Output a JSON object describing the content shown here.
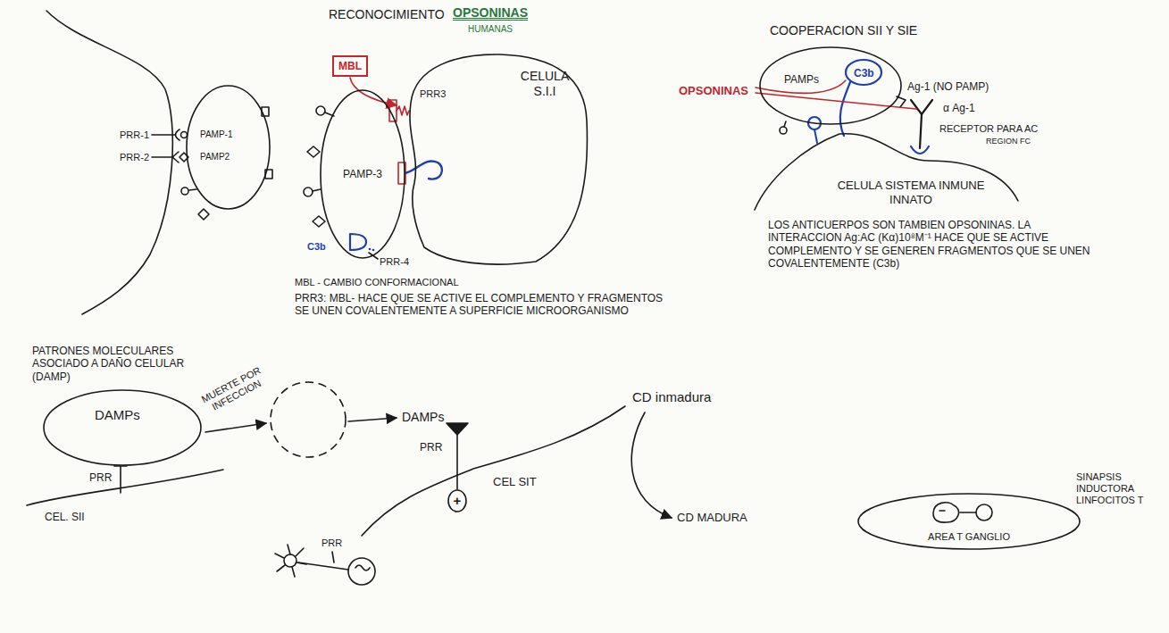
{
  "diagram": {
    "nodes": [
      {
        "text": [
          "MBL"
        ]
      },
      {
        "text": [
          "PAMP-1",
          "PAMP2"
        ]
      },
      {
        "text": [
          "PAMP-3"
        ]
      },
      {
        "text": [
          "CELULA S.I.I"
        ]
      },
      {
        "text": [
          "PAMPs",
          "C3b"
        ]
      },
      {
        "text": [
          "DAMPs"
        ]
      },
      {
        "text": [
          "+"
        ]
      },
      {
        "text": [
          "AREA T GANGLIO"
        ]
      }
    ],
    "labels": [
      "RECONOCIMIENTO",
      "OPSONINAS",
      "HUMANAS",
      "COOPERACION SII Y SIE",
      "PRR-1",
      "PRR-2",
      "PRR3",
      "OPSONINAS",
      "Ag-1 (NO PAMP)",
      "α Ag-1",
      "RECEPTOR PARA AC",
      "REGION FC",
      "C3b",
      "PRR-4",
      "CELULA SISTEMA INMUNE INNATO",
      "MBL - CAMBIO CONFORMACIONAL",
      "PRR3: MBL- HACE QUE SE ACTIVE EL COMPLEMENTO Y FRAGMENTOS SE UNEN COVALENTEMENTE A SUPERFICIE MICROORGANISMO",
      "LOS ANTICUERPOS SON TAMBIEN OPSONINAS. LA INTERACCION Ag:AC (Kα)10⁸M⁻¹ HACE QUE SE ACTIVE COMPLEMENTO Y SE GENEREN FRAGMENTOS QUE SE UNEN COVALENTEMENTE (C3b)",
      "PATRONES MOLECULARES ASOCIADO A DAÑO CELULAR (DAMP)",
      "MUERTE POR INFECCION",
      "DAMPs",
      "PRR",
      "CEL. SII",
      "CD inmadura",
      "PRR",
      "CEL SIT",
      "PRR",
      "CD MADURA",
      "SINAPSIS INDUCTORA LINFOCITOS T"
    ]
  }
}
